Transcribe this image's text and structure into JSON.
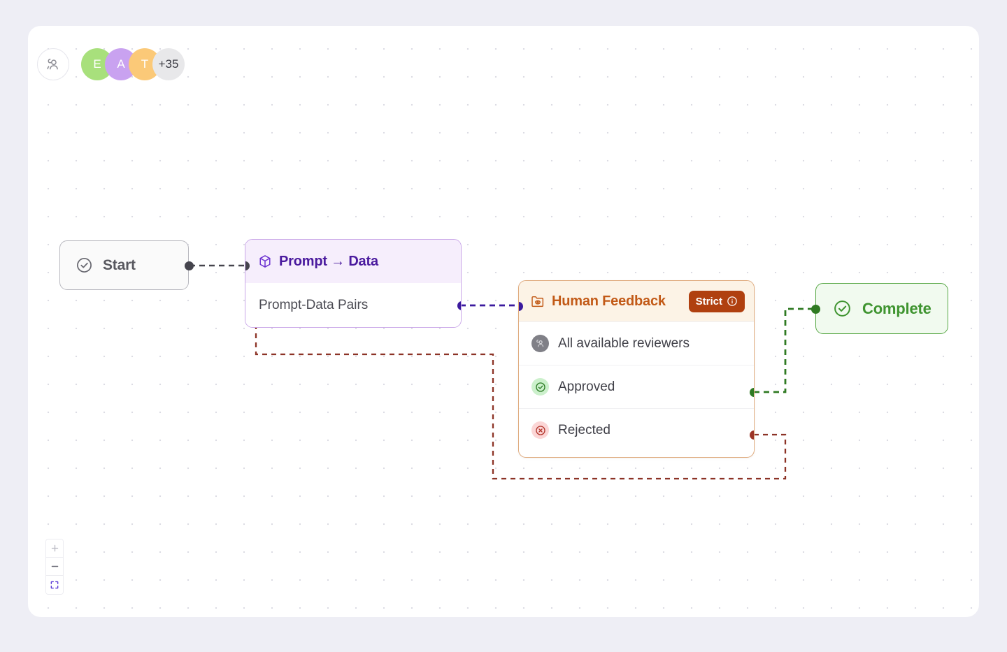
{
  "toolbar": {
    "people_button_icon": "users-icon",
    "avatars": [
      {
        "initial": "E",
        "color": "#a8e07c"
      },
      {
        "initial": "A",
        "color": "#c9a2f0"
      },
      {
        "initial": "T",
        "color": "#fbc978"
      },
      {
        "initial": "+35",
        "color": "#e8e8ea"
      }
    ]
  },
  "nodes": {
    "start": {
      "title": "Start",
      "icon": "check-circle-icon"
    },
    "prompt": {
      "title": "Prompt → Data",
      "icon": "box-icon",
      "rows": [
        {
          "label": "Prompt-Data Pairs"
        }
      ]
    },
    "human_feedback": {
      "title": "Human Feedback",
      "icon": "folder-eye-icon",
      "badge": {
        "label": "Strict",
        "icon": "info-icon"
      },
      "rows": [
        {
          "label": "All available reviewers",
          "icon": "reviewers-icon",
          "tone": "gray"
        },
        {
          "label": "Approved",
          "icon": "check-circle-icon",
          "tone": "green"
        },
        {
          "label": "Rejected",
          "icon": "x-circle-icon",
          "tone": "red"
        }
      ]
    },
    "complete": {
      "title": "Complete",
      "icon": "check-circle-icon"
    }
  },
  "zoom_controls": {
    "zoom_in": "plus-icon",
    "zoom_out": "minus-icon",
    "fit_view": "fit-view-icon"
  },
  "colors": {
    "canvas_bg": "#ffffff",
    "page_bg": "#eeeef5",
    "accent_purple": "#4a1a9e",
    "accent_orange": "#c25a17",
    "accent_green": "#3f9430",
    "accent_red": "#9c3426",
    "badge_bg": "#b0400f"
  }
}
